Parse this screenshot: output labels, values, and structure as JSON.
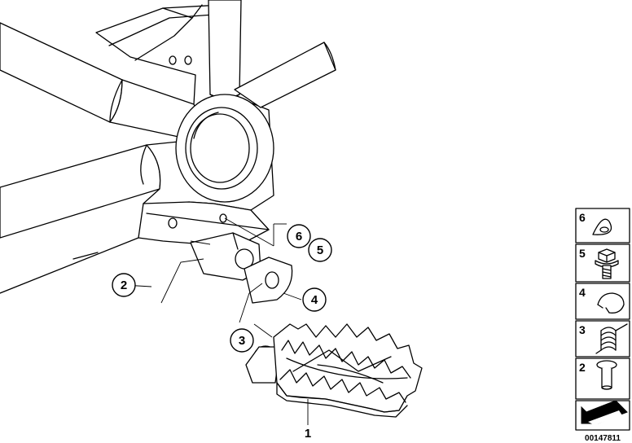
{
  "diagram": {
    "callouts": [
      {
        "id": "1",
        "label": "1"
      },
      {
        "id": "2",
        "label": "2"
      },
      {
        "id": "3",
        "label": "3"
      },
      {
        "id": "4",
        "label": "4"
      },
      {
        "id": "5",
        "label": "5"
      },
      {
        "id": "6",
        "label": "6"
      }
    ],
    "legend": [
      {
        "number": "6",
        "icon": "tab-washer-icon"
      },
      {
        "number": "5",
        "icon": "hex-bolt-icon"
      },
      {
        "number": "4",
        "icon": "circlip-icon"
      },
      {
        "number": "3",
        "icon": "torsion-spring-icon"
      },
      {
        "number": "2",
        "icon": "pin-icon"
      }
    ],
    "document_id": "00147811"
  }
}
